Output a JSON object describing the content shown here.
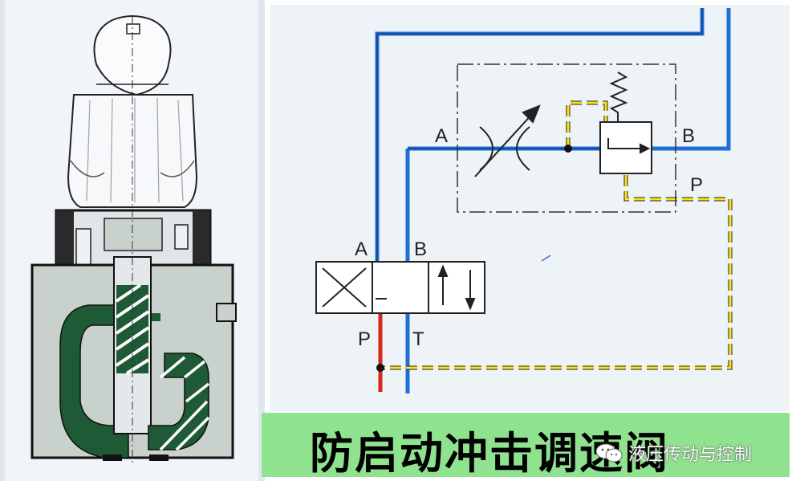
{
  "schematic": {
    "labels": {
      "a_top": "A",
      "b_top": "B",
      "p_top": "P",
      "a_valve": "A",
      "b_valve": "B",
      "p_valve": "P",
      "t_valve": "T"
    }
  },
  "banner": {
    "title": "防启动冲击调速阀",
    "watermark": "液压传动与控制",
    "background": "#8fe38f"
  },
  "colors": {
    "blue_line": "#1f6fd6",
    "red_line": "#d8261c",
    "yellow_line": "#e8d400",
    "body_gray": "#c9d1cc",
    "dark_green": "#1d5a35"
  }
}
